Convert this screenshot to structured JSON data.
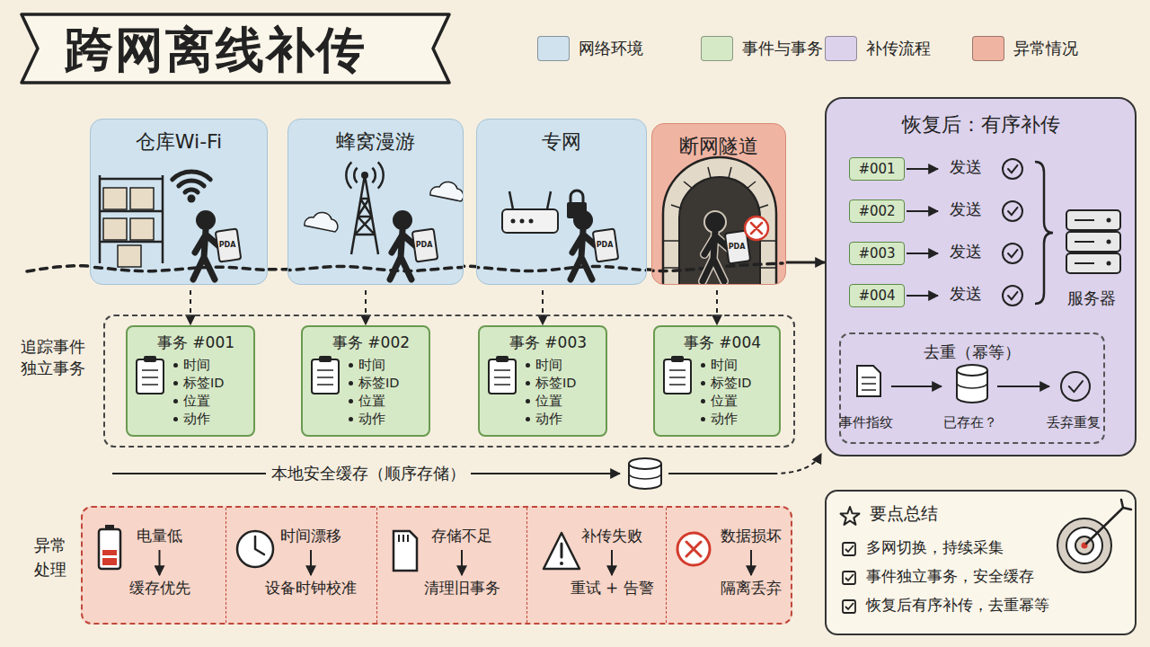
{
  "diagram": {
    "title": "跨网离线补传",
    "nodes": [
      {
        "text": [
          "仓库Wi-Fi"
        ]
      },
      {
        "text": [
          "蜂窝漫游"
        ]
      },
      {
        "text": [
          "专网"
        ]
      },
      {
        "text": [
          "断网隧道"
        ]
      },
      {
        "text": [
          "恢复后：有序补传"
        ]
      },
      {
        "text": [
          "#001"
        ],
        "in": 4
      },
      {
        "text": [
          "#002"
        ],
        "in": 4
      },
      {
        "text": [
          "#003"
        ],
        "in": 4
      },
      {
        "text": [
          "#004"
        ],
        "in": 4
      },
      {
        "text": [
          "去重（幂等）"
        ],
        "in": 4
      },
      {
        "text": [
          "追踪事件 独立事务"
        ]
      },
      {
        "text": [
          "事务 #001",
          "时间",
          "标签ID",
          "位置",
          "动作"
        ],
        "in": 10
      },
      {
        "text": [
          "事务 #002",
          "时间",
          "标签ID",
          "位置",
          "动作"
        ],
        "in": 10
      },
      {
        "text": [
          "事务 #003",
          "时间",
          "标签ID",
          "位置",
          "动作"
        ],
        "in": 10
      },
      {
        "text": [
          "事务 #004",
          "时间",
          "标签ID",
          "位置",
          "动作"
        ],
        "in": 10
      },
      {
        "text": [
          "异常 处理"
        ]
      },
      {
        "text": [
          "电量低",
          "缓存优先"
        ],
        "in": 15
      },
      {
        "text": [
          "时间漂移",
          "设备时钟校准"
        ],
        "in": 15
      },
      {
        "text": [
          "存储不足",
          "清理旧事务"
        ],
        "in": 15
      },
      {
        "text": [
          "补传失败",
          "重试 + 告警"
        ],
        "in": 15
      },
      {
        "text": [
          "数据损坏",
          "隔离丢弃"
        ],
        "in": 15
      },
      {
        "text": [
          "要点总结",
          "多网切换，持续采集",
          "事件独立事务，安全缓存",
          "恢复后有序补传，去重幂等"
        ]
      }
    ],
    "edges": [
      {
        "from": 0,
        "to": 11,
        "arrow": "to"
      },
      {
        "from": 1,
        "to": 12,
        "arrow": "to"
      },
      {
        "from": 2,
        "to": 13,
        "arrow": "to"
      },
      {
        "from": 3,
        "to": 14,
        "arrow": "to"
      },
      {
        "from": 3,
        "to": 4,
        "arrow": "to"
      },
      {
        "from": 5,
        "to": 6,
        "arrow": "to"
      },
      {
        "from": 6,
        "to": 7,
        "arrow": "to"
      },
      {
        "from": 7,
        "to": 8,
        "arrow": "to"
      }
    ],
    "labels": [
      "PDA",
      "PDA",
      "PDA",
      "PDA",
      "发送",
      "发送",
      "发送",
      "发送",
      "服务器",
      "事件指纹",
      "已存在？",
      "丢弃重复",
      "本地安全缓存（顺序存储）"
    ],
    "legend": [
      {
        "text": "网络环境",
        "color": "#cfe2ee"
      },
      {
        "text": "事件与事务",
        "color": "#d6e9c6"
      },
      {
        "text": "补传流程",
        "color": "#dcd2ec"
      },
      {
        "text": "异常情况",
        "color": "#f0b4a2"
      }
    ]
  }
}
